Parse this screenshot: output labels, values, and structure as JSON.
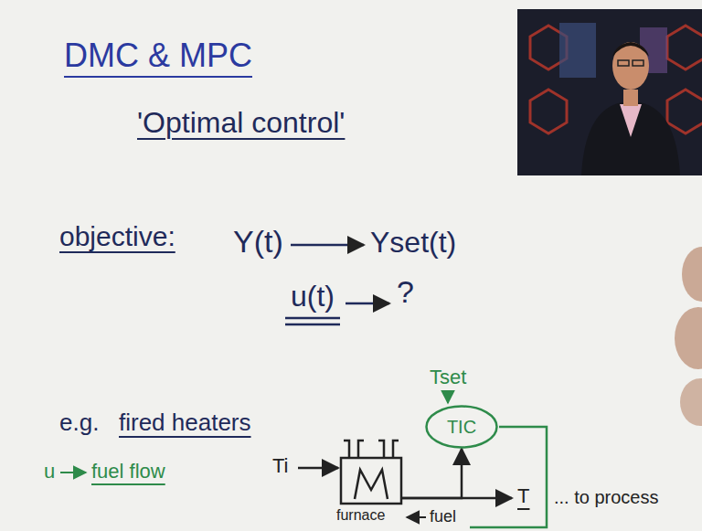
{
  "diagram": {
    "title": "DMC & MPC",
    "nodes": [
      {
        "text": [
          "TIC"
        ]
      },
      {
        "text": [
          "furnace"
        ]
      }
    ],
    "edges": [
      {
        "from": 1,
        "to": 0,
        "arrow": "to"
      }
    ],
    "labels": [
      "'Optimal control'",
      "objective:",
      "Y(t)",
      "Yset(t)",
      "u(t)",
      "?",
      "e.g.",
      "fired heaters",
      "u",
      "fuel flow",
      "Ti",
      "Tset",
      "T",
      "... to process",
      "fuel"
    ]
  }
}
